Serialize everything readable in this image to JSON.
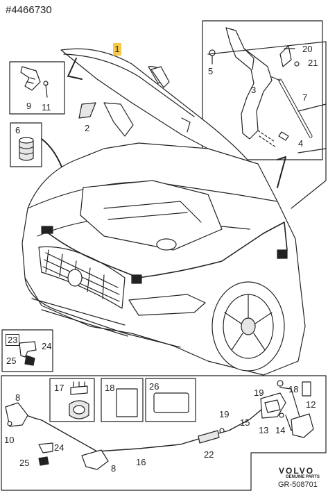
{
  "diagram_id": "#4466730",
  "brand": "VOLVO",
  "brand_sub": "GENUINE PARTS",
  "ref_code": "GR-508701",
  "callouts": {
    "c1": "1",
    "c2": "2",
    "c3": "3",
    "c4": "4",
    "c5": "5",
    "c6": "6",
    "c7": "7",
    "c8a": "8",
    "c8b": "8",
    "c9": "9",
    "c10": "10",
    "c11": "11",
    "c12": "12",
    "c13": "13",
    "c14": "14",
    "c15": "15",
    "c16": "16",
    "c17": "17",
    "c18a": "18",
    "c18b": "18",
    "c19a": "19",
    "c19b": "19",
    "c20": "20",
    "c21": "21",
    "c22": "22",
    "c23": "23",
    "c24a": "24",
    "c24b": "24",
    "c25a": "25",
    "c25b": "25",
    "c26": "26"
  },
  "colors": {
    "line": "#222222",
    "accent": "#f7c948",
    "fill": "#ffffff",
    "shade": "#e6e6e6"
  }
}
